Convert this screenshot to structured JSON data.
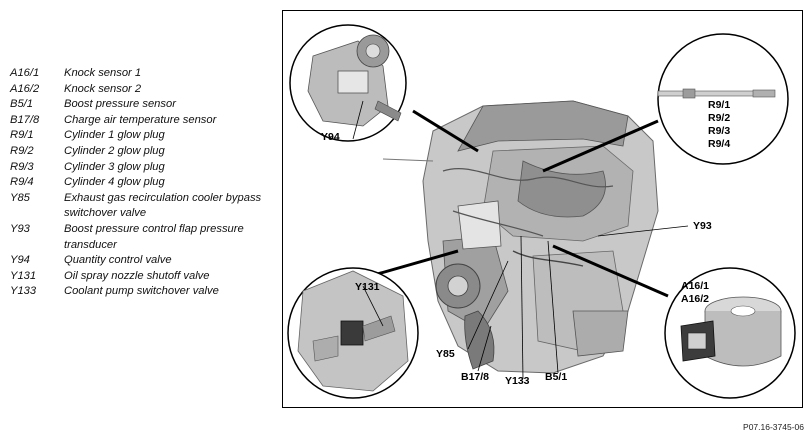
{
  "legend": [
    {
      "code": "A16/1",
      "desc": "Knock sensor 1"
    },
    {
      "code": "A16/2",
      "desc": "Knock sensor 2"
    },
    {
      "code": "B5/1",
      "desc": "Boost pressure sensor"
    },
    {
      "code": "B17/8",
      "desc": "Charge air temperature sensor"
    },
    {
      "code": "R9/1",
      "desc": "Cylinder 1 glow plug"
    },
    {
      "code": "R9/2",
      "desc": "Cylinder 2 glow plug"
    },
    {
      "code": "R9/3",
      "desc": "Cylinder 3 glow plug"
    },
    {
      "code": "R9/4",
      "desc": "Cylinder 4 glow plug"
    },
    {
      "code": "Y85",
      "desc": "Exhaust gas recirculation cooler bypass switchover valve"
    },
    {
      "code": "Y93",
      "desc": "Boost pressure control flap pressure transducer"
    },
    {
      "code": "Y94",
      "desc": "Quantity control valve"
    },
    {
      "code": "Y131",
      "desc": "Oil spray nozzle shutoff valve"
    },
    {
      "code": "Y133",
      "desc": "Coolant pump switchover valve"
    }
  ],
  "callouts": {
    "y94": "Y94",
    "r9": [
      "R9/1",
      "R9/2",
      "R9/3",
      "R9/4"
    ],
    "y93": "Y93",
    "a16": [
      "A16/1",
      "A16/2"
    ],
    "y131": "Y131",
    "y85": "Y85",
    "b17_8": "B17/8",
    "y133": "Y133",
    "b5_1": "B5/1"
  },
  "reference": "P07.16-3745-06"
}
